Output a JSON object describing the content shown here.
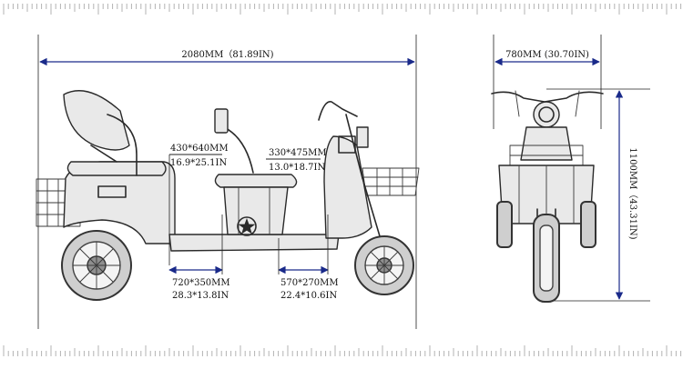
{
  "dimensions": {
    "overall_length": "2080MM（81.89IN)",
    "overall_width": "780MM (30.70IN)",
    "overall_height": "1100MM（43.31IN)",
    "rear_seat_metric": "430*640MM",
    "rear_seat_imperial": "16.9*25.1IN",
    "front_seat_metric": "330*475MM",
    "front_seat_imperial": "13.0*18.7IN",
    "rear_floor_metric": "720*350MM",
    "rear_floor_imperial": "28.3*13.8IN",
    "front_floor_metric": "570*270MM",
    "front_floor_imperial": "22.4*10.6IN"
  },
  "colors": {
    "dimension_line": "#1a2a8a",
    "sketch": "#2a2a2a",
    "ruler": "#b3b3b3"
  },
  "icons": [
    "star-emblem"
  ]
}
